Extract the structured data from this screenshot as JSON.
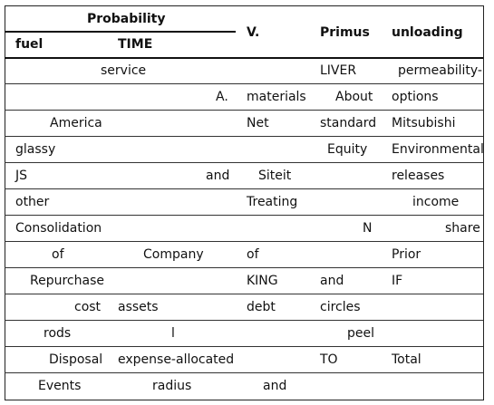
{
  "header": {
    "probability": "Probability",
    "fuel": "fuel",
    "time": "TIME",
    "v": "V.",
    "primus": "Primus",
    "unloading": "unloading"
  },
  "rows": [
    [
      "service",
      "",
      "",
      "LIVER",
      "permeability-"
    ],
    [
      "",
      "A.",
      "materials",
      "About",
      "options"
    ],
    [
      "America",
      "",
      "Net",
      "standard",
      "Mitsubishi"
    ],
    [
      "glassy",
      "",
      "",
      "Equity",
      "Environmental"
    ],
    [
      "JS",
      "and",
      "Siteit",
      "",
      "releases"
    ],
    [
      "other",
      "",
      "Treating",
      "",
      "income"
    ],
    [
      "Consolidation",
      "",
      "",
      "N",
      "share"
    ],
    [
      "of",
      "Company",
      "of",
      "",
      "Prior"
    ],
    [
      "Repurchase",
      "",
      "KING",
      "and",
      "IF"
    ],
    [
      "cost",
      "assets",
      "debt",
      "circles",
      ""
    ],
    [
      "rods",
      "l",
      "",
      "peel",
      ""
    ],
    [
      "Disposal",
      "expense-allocated",
      "",
      "TO",
      "Total"
    ],
    [
      "Events",
      "radius",
      "and",
      "",
      ""
    ]
  ]
}
